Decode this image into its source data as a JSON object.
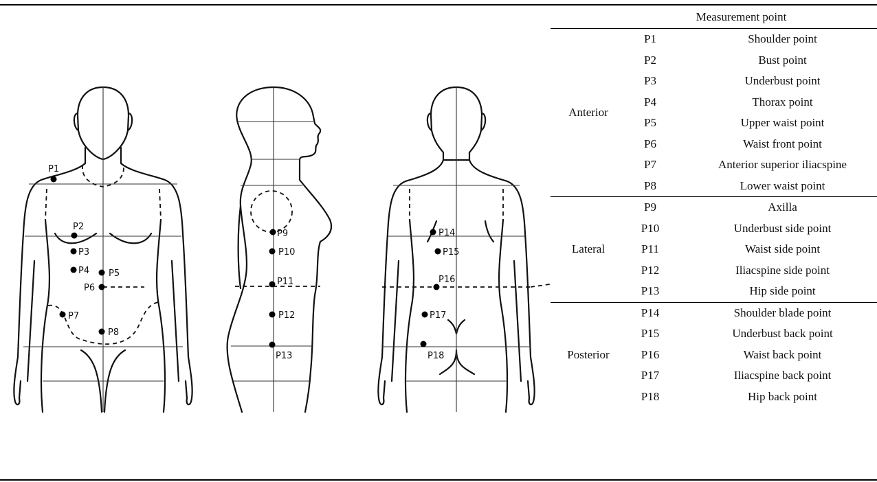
{
  "table": {
    "header": "Measurement point",
    "groups": [
      {
        "name": "Anterior",
        "rows": [
          {
            "id": "P1",
            "name": "Shoulder point"
          },
          {
            "id": "P2",
            "name": "Bust point"
          },
          {
            "id": "P3",
            "name": "Underbust point"
          },
          {
            "id": "P4",
            "name": "Thorax point"
          },
          {
            "id": "P5",
            "name": "Upper waist point"
          },
          {
            "id": "P6",
            "name": "Waist front point"
          },
          {
            "id": "P7",
            "name": "Anterior superior iliacspine"
          },
          {
            "id": "P8",
            "name": "Lower waist point"
          }
        ]
      },
      {
        "name": "Lateral",
        "rows": [
          {
            "id": "P9",
            "name": "Axilla"
          },
          {
            "id": "P10",
            "name": "Underbust side point"
          },
          {
            "id": "P11",
            "name": "Waist side point"
          },
          {
            "id": "P12",
            "name": "Iliacspine side point"
          },
          {
            "id": "P13",
            "name": "Hip side point"
          }
        ]
      },
      {
        "name": "Posterior",
        "rows": [
          {
            "id": "P14",
            "name": "Shoulder blade point"
          },
          {
            "id": "P15",
            "name": "Underbust back point"
          },
          {
            "id": "P16",
            "name": "Waist back point"
          },
          {
            "id": "P17",
            "name": "Iliacspine back point"
          },
          {
            "id": "P18",
            "name": "Hip back point"
          }
        ]
      }
    ]
  },
  "figures": {
    "front_labels": [
      "P1",
      "P2",
      "P3",
      "P4",
      "P5",
      "P6",
      "P7",
      "P8"
    ],
    "side_labels": [
      "P9",
      "P10",
      "P11",
      "P12",
      "P13"
    ],
    "back_labels": [
      "P14",
      "P15",
      "P16",
      "P17",
      "P18"
    ]
  }
}
